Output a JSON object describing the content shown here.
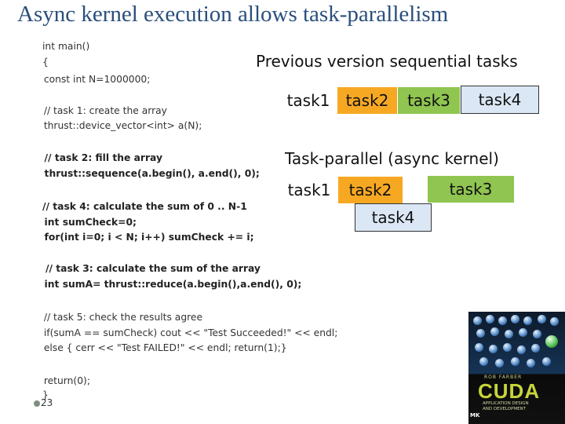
{
  "title": "Async kernel execution allows task-parallelism",
  "code": {
    "l1": "int main()",
    "l2": "{",
    "l3": "  const int N=1000000;",
    "l4": "  // task 1: create the array",
    "l5": "  thrust::device_vector<int> a(N);",
    "l6": "  // task 2: fill the array",
    "l7": "  thrust::sequence(a.begin(), a.end(), 0);",
    "l8": "// task 4: calculate the sum of 0 .. N-1",
    "l9": "  int sumCheck=0;",
    "l10": "  for(int i=0; i < N; i++) sumCheck += i;",
    "l11": "// task 3: calculate the sum of the array",
    "l12": "  int sumA= thrust::reduce(a.begin(),a.end(), 0);",
    "l13": "  // task 5: check the results agree",
    "l14": "  if(sumA == sumCheck) cout << \"Test Succeeded!\" << endl;",
    "l15": "  else { cerr << \"Test FAILED!\" << endl; return(1);}",
    "l16": "  return(0);",
    "l17": "}"
  },
  "sequential": {
    "heading": "Previous version sequential tasks",
    "task1": "task1",
    "task2": "task2",
    "task3": "task3",
    "task4": "task4"
  },
  "parallel": {
    "heading": "Task-parallel (async kernel)",
    "task1": "task1",
    "task2": "task2",
    "task3": "task3",
    "task4": "task4"
  },
  "page_number": "23",
  "book": {
    "author": "ROB FARBER",
    "title": "CUDA",
    "subtitle": "APPLICATION DESIGN\nAND DEVELOPMENT",
    "publisher": "MK"
  }
}
